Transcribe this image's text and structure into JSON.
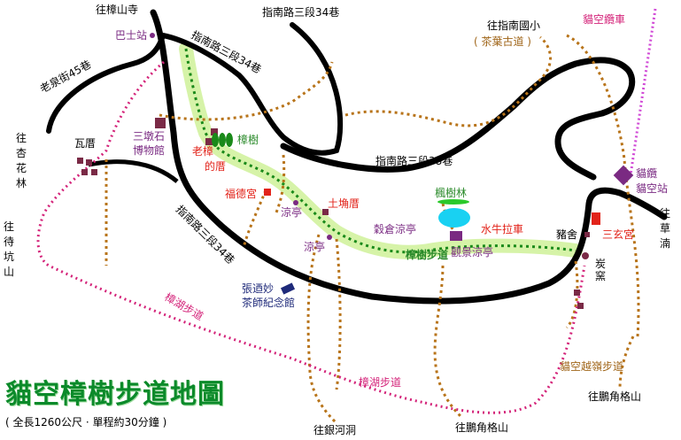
{
  "title": "貓空樟樹步道地圖",
  "subtitle": "( 全長1260公尺 · 單程約30分鐘 )",
  "roads": {
    "top_left": "往樟山寺",
    "laoquan": "老泉街45巷",
    "zhinan_34_top": "指南路三段34巷",
    "zhinan_34_lane": "指南路三段34巷",
    "zhinan_34_lower": "指南路三段34巷",
    "zhinan_38": "指南路三段38巷",
    "to_zhinan_school": "往指南國小",
    "tea_trail": "( 茶葉古道 )"
  },
  "directions": {
    "xinghualin": [
      "往",
      "杏",
      "花",
      "林"
    ],
    "daikengshan": [
      "往",
      "待",
      "坑",
      "山"
    ],
    "caonan": [
      "往",
      "草",
      "湳"
    ],
    "yinhedong": "往銀河洞",
    "pengjiao_bottom": "往鵬角格山",
    "pengjiao_right": "往鵬角格山"
  },
  "pois": {
    "bus_stop": "巴士站",
    "museum": [
      "三墩石",
      "博物館"
    ],
    "old_camphor": [
      "老樟",
      "的厝"
    ],
    "camphor_tree": "樟樹",
    "wacuo": "瓦厝",
    "fude_temple": "福德宮",
    "pavilion_1": "涼亭",
    "pavilion_2": "涼亭",
    "tukuai": "土埆厝",
    "maple_forest": "楓樹林",
    "guchang_pavilion": "穀倉涼亭",
    "waterwheel": "水牛拉車",
    "viewing_pavilion": "觀景涼亭",
    "camphor_trail": "樟樹步道",
    "pig_house": "豬舍",
    "charcoal_kiln": [
      "炭",
      "窯"
    ],
    "sanxuan_temple": "三玄宮",
    "gondola_station": [
      "貓纜",
      "貓空站"
    ],
    "zhang_memorial": [
      "張迺妙",
      "茶師紀念館"
    ]
  },
  "routes": {
    "gondola": "貓空纜車",
    "zhanghu_1": "樟湖步道",
    "zhanghu_2": "樟湖步道",
    "maokong_ridge": "貓空越嶺步道"
  },
  "legend_colors": {
    "camphor_trail": "#c9f0a0",
    "trail_dots": "#1a8a1a",
    "roads": "#000000",
    "paths": "#b8741a",
    "zhanghu": "#d4247a",
    "gondola": "#d14ad6"
  }
}
